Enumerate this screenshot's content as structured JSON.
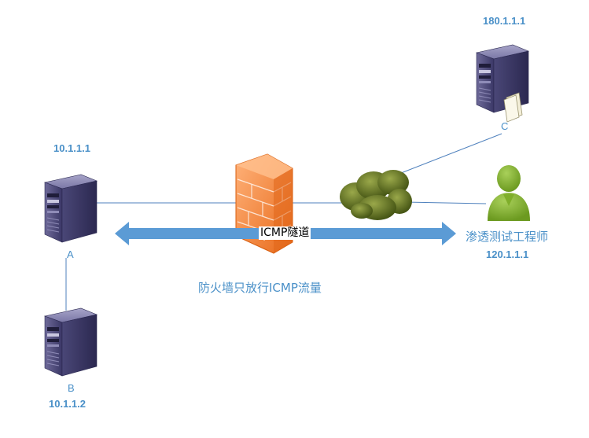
{
  "nodes": {
    "server_a": {
      "ip": "10.1.1.1",
      "name": "A"
    },
    "server_b": {
      "ip": "10.1.1.2",
      "name": "B"
    },
    "server_c": {
      "ip": "180.1.1.1",
      "name": "C"
    },
    "pentester": {
      "title": "渗透测试工程师",
      "ip": "120.1.1.1"
    }
  },
  "tunnel_label": "ICMP隧道",
  "caption": "防火墙只放行ICMP流量",
  "colors": {
    "label_blue": "#4a90c8",
    "arrow_blue": "#5b9bd5",
    "line_blue": "#4f81bd",
    "server_body": "#3d3a6b",
    "firewall_orange": "#f07a2a",
    "cloud_green": "#556b1f",
    "person_green": "#8ab833"
  },
  "icons": [
    "server-icon",
    "firewall-icon",
    "cloud-icon",
    "person-icon",
    "document-icon"
  ]
}
